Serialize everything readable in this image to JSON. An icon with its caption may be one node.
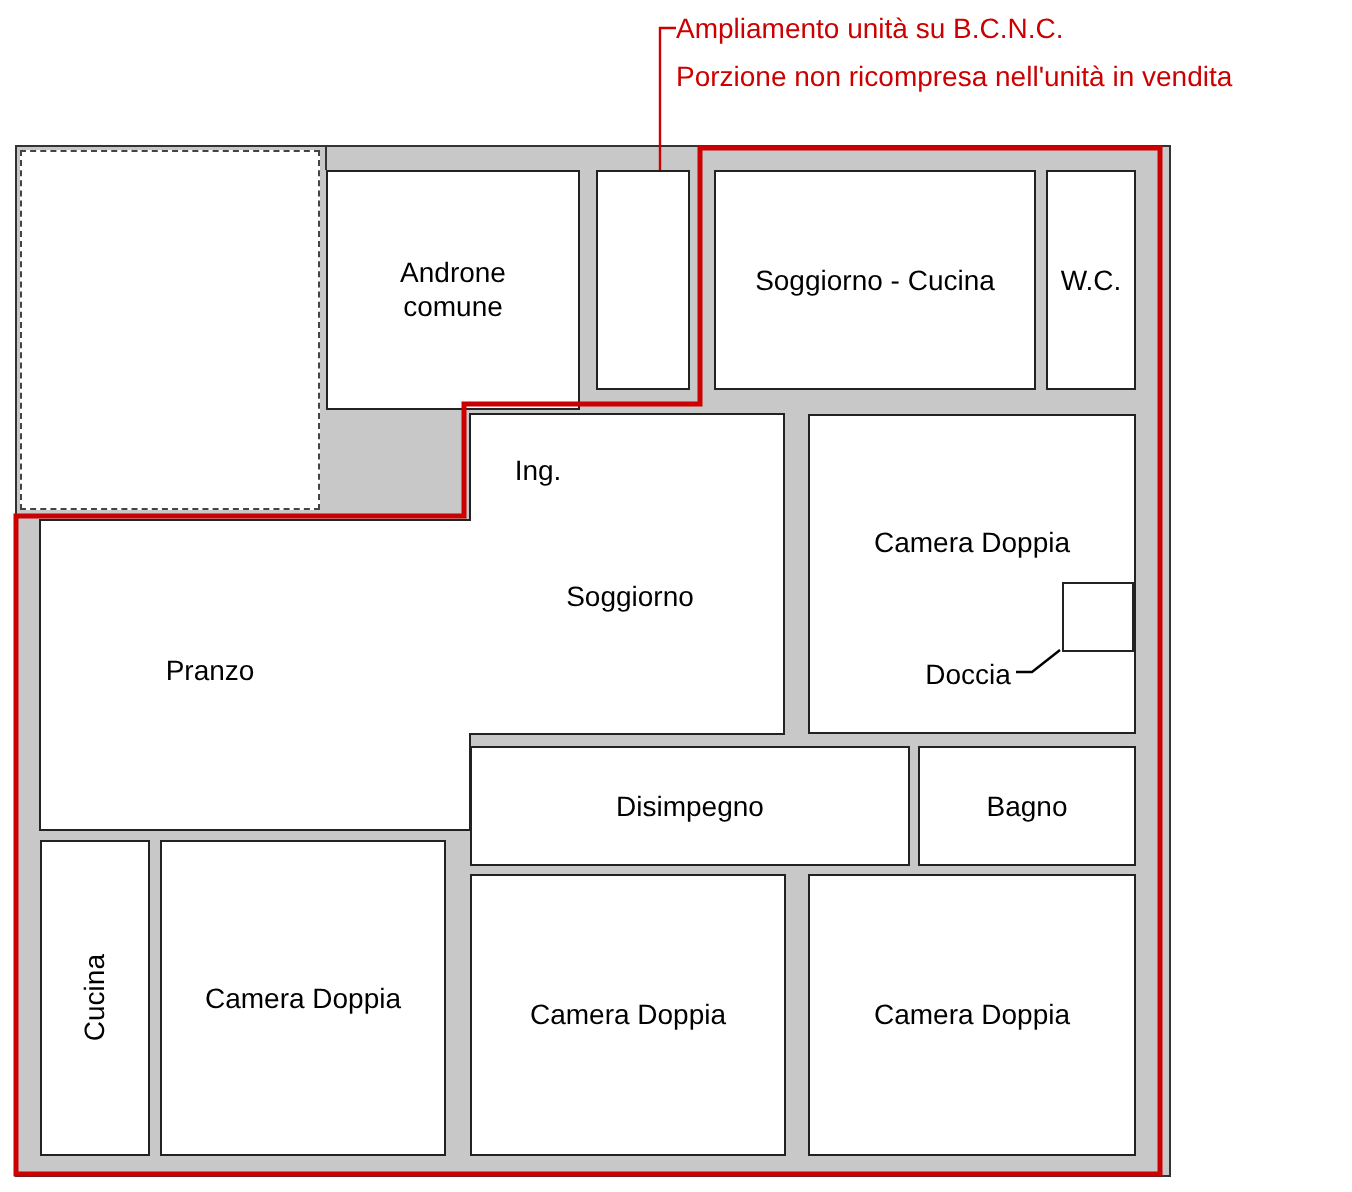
{
  "diagram": {
    "nodes": [
      {
        "text": [
          "Ampliamento unità su B.C.N.C."
        ]
      },
      {
        "text": [],
        "shape": "box"
      },
      {
        "text": [
          "Androne comune"
        ]
      },
      {
        "text": [],
        "shape": "box"
      },
      {
        "text": [
          "Soggiorno - Cucina"
        ]
      },
      {
        "text": [
          "W.C."
        ]
      },
      {
        "text": [
          "Ing."
        ]
      },
      {
        "text": [
          "Soggiorno"
        ]
      },
      {
        "text": [
          "Camera Doppia"
        ]
      },
      {
        "text": [
          "Doccia"
        ],
        "in": 8
      },
      {
        "text": [],
        "shape": "box",
        "in": 8
      },
      {
        "text": [
          "Pranzo"
        ]
      },
      {
        "text": [
          "Disimpegno"
        ]
      },
      {
        "text": [
          "Bagno"
        ]
      },
      {
        "text": [
          "Cucina"
        ]
      },
      {
        "text": [
          "Camera Doppia"
        ]
      },
      {
        "text": [
          "Camera Doppia"
        ]
      },
      {
        "text": [
          "Camera Doppia"
        ]
      }
    ],
    "edges": [
      {
        "from": 0,
        "to": 3,
        "arrow": "none",
        "color": "#cc0000"
      },
      {
        "from": 9,
        "to": 10,
        "arrow": "none",
        "color": "#000000"
      }
    ],
    "labels": [
      "Porzione non ricompresa nell'unità in vendita"
    ]
  }
}
